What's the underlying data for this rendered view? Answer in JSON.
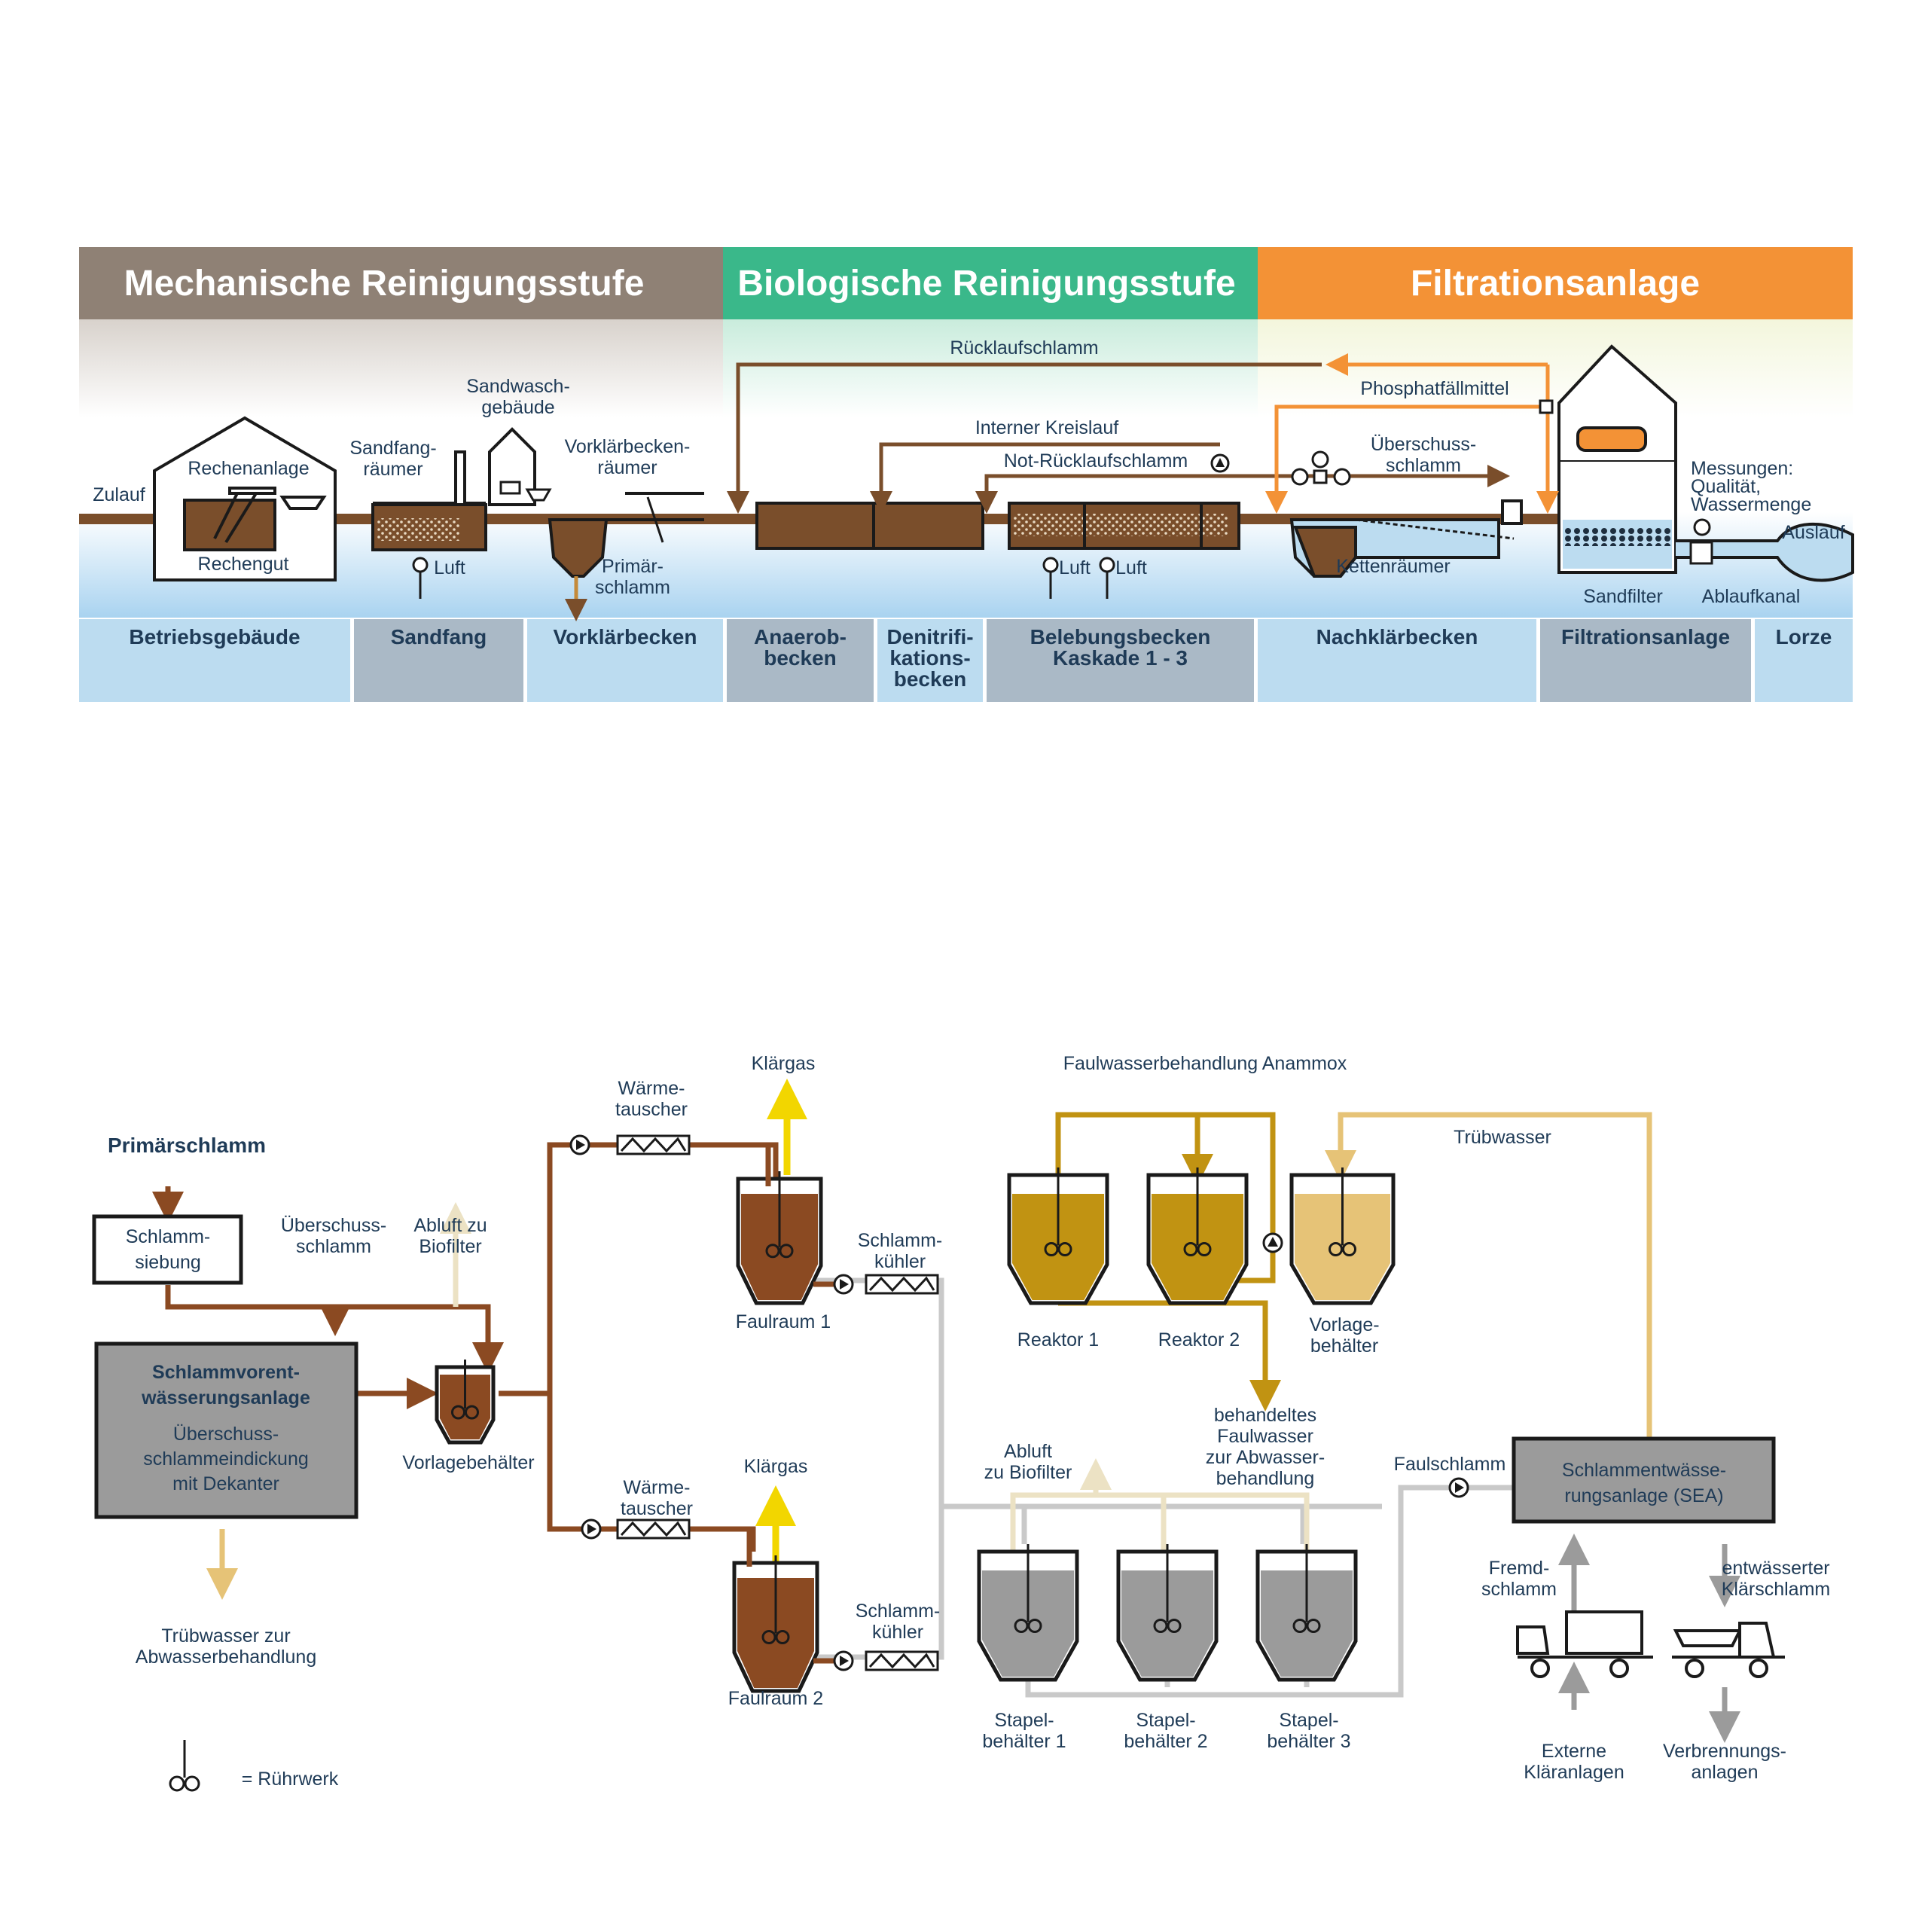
{
  "colors": {
    "mechanical": "#8f8175",
    "biological": "#3ab88a",
    "filtration": "#f39236",
    "brown": "#7a4e2b",
    "sludge": "#8b4a22",
    "orange": "#f39236",
    "gold": "#c19312",
    "lightgold": "#e6c377",
    "beige": "#ece2c4",
    "grey": "#9b9b9b",
    "darkgrey": "#8c8c8c",
    "yellow": "#f2d600",
    "water": "#bcdcf0",
    "text": "#1f3b57"
  },
  "icons": [
    "pump-icon",
    "heat-exchanger-icon",
    "mixer-icon",
    "truck-icon",
    "valve-icon",
    "fan-icon"
  ],
  "top": {
    "headers": {
      "mechanical": "Mechanische Reinigungsstufe",
      "biological": "Biologische Reinigungsstufe",
      "filtration": "Filtrationsanlage"
    },
    "stations": [
      "Betriebsgebäude",
      "Sandfang",
      "Vorklärbecken",
      [
        "Anaerob-",
        "becken"
      ],
      [
        "Denitrifi-",
        "kations-",
        "becken"
      ],
      [
        "Belebungsbecken",
        "Kaskade 1 - 3"
      ],
      "Nachklärbecken",
      "Filtrationsanlage",
      "Lorze"
    ],
    "labels": {
      "zulauf": "Zulauf",
      "rechenanlage": "Rechenanlage",
      "rechengut": "Rechengut",
      "sandfangraeumer": [
        "Sandfang-",
        "räumer"
      ],
      "sandwaschgebaeude": [
        "Sandwasch-",
        "gebäude"
      ],
      "vorklaerbeckenraeumer": [
        "Vorklärbecken-",
        "räumer"
      ],
      "luft": "Luft",
      "primaerschlamm": [
        "Primär-",
        "schlamm"
      ],
      "ruecklaufschlamm": "Rücklaufschlamm",
      "interner_kreislauf": "Interner Kreislauf",
      "not_ruecklaufschlamm": "Not-Rücklaufschlamm",
      "phosphatfaellmittel": "Phosphatfällmittel",
      "ueberschussschlamm": [
        "Überschuss-",
        "schlamm"
      ],
      "kettenraeumer": "Kettenräumer",
      "messungen": [
        "Messungen:",
        "Qualität,",
        "Wassermenge"
      ],
      "auslauf": "Auslauf",
      "sandfilter": "Sandfilter",
      "ablaufkanal": "Ablaufkanal"
    }
  },
  "bottom": {
    "labels": {
      "primaerschlamm": "Primärschlamm",
      "schlammsiebung": [
        "Schlamm-",
        "siebung"
      ],
      "ueberschussschlamm": [
        "Überschuss-",
        "schlamm"
      ],
      "abluft_biofilter": [
        "Abluft zu",
        "Biofilter"
      ],
      "vorentwaesserung_title": [
        "Schlammvorent-",
        "wässerungsanlage"
      ],
      "vorentwaesserung_sub": [
        "Überschuss-",
        "schlammeindickung",
        "mit Dekanter"
      ],
      "vorlagebehaelter": "Vorlagebehälter",
      "truebwasser_abwasser": [
        "Trübwasser zur",
        "Abwasserbehandlung"
      ],
      "ruehrwerk_legend": "= Rührwerk",
      "waermetauscher": [
        "Wärme-",
        "tauscher"
      ],
      "klaergas": "Klärgas",
      "schlammkuehler": [
        "Schlamm-",
        "kühler"
      ],
      "faulraum1": "Faulraum 1",
      "faulraum2": "Faulraum 2",
      "anammox": "Faulwasserbehandlung Anammox",
      "truebwasser": "Trübwasser",
      "reaktor1": "Reaktor 1",
      "reaktor2": "Reaktor 2",
      "vorlage_behaelter": [
        "Vorlage-",
        "behälter"
      ],
      "behandeltes": [
        "behandeltes",
        "Faulwasser",
        "zur Abwasser-",
        "behandlung"
      ],
      "abluft_biofilter2": [
        "Abluft",
        "zu Biofilter"
      ],
      "faulschlamm": "Faulschlamm",
      "sea": [
        "Schlammentwässe-",
        "rungsanlage (SEA)"
      ],
      "fremdschlamm": [
        "Fremd-",
        "schlamm"
      ],
      "entwaesserter": [
        "entwässerter",
        "Klärschlamm"
      ],
      "externe": [
        "Externe",
        "Kläranlagen"
      ],
      "verbrennung": [
        "Verbrennungs-",
        "anlagen"
      ],
      "stapel1": [
        "Stapel-",
        "behälter 1"
      ],
      "stapel2": [
        "Stapel-",
        "behälter 2"
      ],
      "stapel3": [
        "Stapel-",
        "behälter 3"
      ]
    }
  }
}
